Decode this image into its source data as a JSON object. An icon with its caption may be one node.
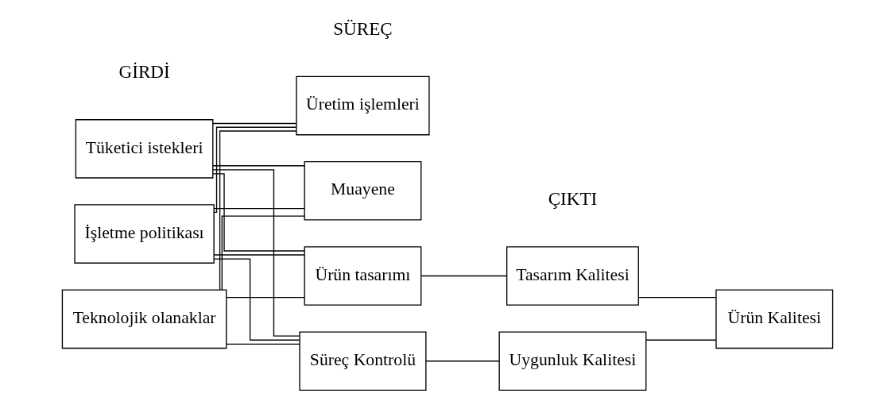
{
  "diagram": {
    "nodes": [
      {
        "text": [
          "Tüketici istekleri"
        ]
      },
      {
        "text": [
          "İşletme politikası"
        ]
      },
      {
        "text": [
          "Teknolojik olanaklar"
        ]
      },
      {
        "text": [
          "Ürün tasarımı"
        ]
      },
      {
        "text": [
          "Üretim işlemleri"
        ]
      },
      {
        "text": [
          "Süreç Kontrolü"
        ]
      },
      {
        "text": [
          "Muayene"
        ]
      },
      {
        "text": [
          "Tasarım Kalitesi"
        ]
      },
      {
        "text": [
          "Uygunluk Kalitesi"
        ]
      },
      {
        "text": [
          "Ürün Kalitesi"
        ]
      }
    ],
    "edges": [
      {
        "from": 0,
        "to": 3,
        "arrow": "none"
      },
      {
        "from": 0,
        "to": 4,
        "arrow": "none"
      },
      {
        "from": 0,
        "to": 5,
        "arrow": "none"
      },
      {
        "from": 0,
        "to": 6,
        "arrow": "none"
      },
      {
        "from": 1,
        "to": 3,
        "arrow": "none"
      },
      {
        "from": 1,
        "to": 4,
        "arrow": "none"
      },
      {
        "from": 1,
        "to": 5,
        "arrow": "none"
      },
      {
        "from": 1,
        "to": 6,
        "arrow": "none"
      },
      {
        "from": 2,
        "to": 3,
        "arrow": "none"
      },
      {
        "from": 2,
        "to": 4,
        "arrow": "none"
      },
      {
        "from": 2,
        "to": 5,
        "arrow": "none"
      },
      {
        "from": 2,
        "to": 6,
        "arrow": "none"
      },
      {
        "from": 3,
        "to": 7,
        "arrow": "none"
      },
      {
        "from": 5,
        "to": 8,
        "arrow": "none"
      },
      {
        "from": 7,
        "to": 9,
        "arrow": "none"
      },
      {
        "from": 8,
        "to": 9,
        "arrow": "none"
      }
    ],
    "labels": [
      "GİRDİ",
      "SÜREÇ",
      "ÇIKTI"
    ]
  }
}
